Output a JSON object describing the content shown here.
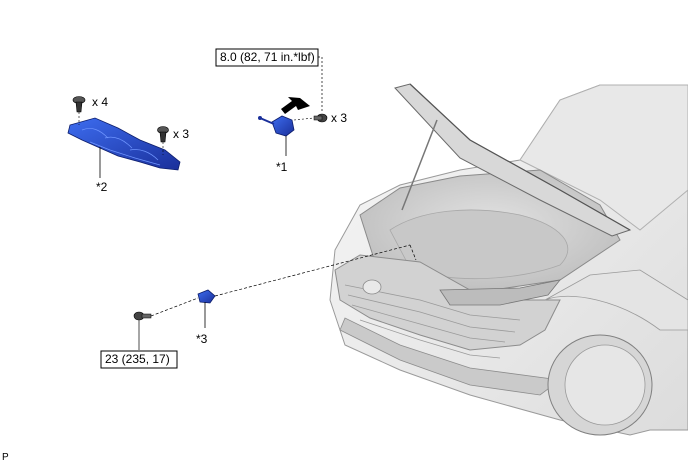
{
  "torque_boxes": {
    "top": "8.0 (82, 71 in.*lbf)",
    "bottom": "23 (235, 17)"
  },
  "callouts": {
    "part1": "*1",
    "part2": "*2",
    "part3": "*3"
  },
  "quantities": {
    "part2_clips": "x 4",
    "part2_screws": "x 3",
    "part1_bolts": "x 3"
  },
  "corner_label": "P",
  "colors": {
    "part_blue": "#1f3fb0",
    "car_body": "#f0f0f0",
    "car_dark": "#cfcfcf"
  }
}
